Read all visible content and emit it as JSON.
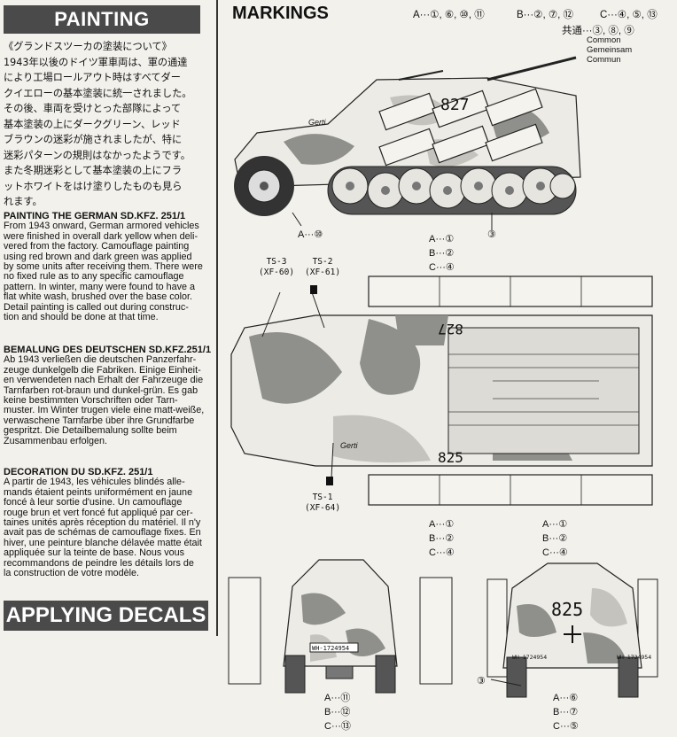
{
  "painting": {
    "title": "PAINTING",
    "japanese": [
      "《グランドスツーカの塗装について》",
      "1943年以後のドイツ軍車両は、軍の通達",
      "により工場ロールアウト時はすべてダー",
      "クイエローの基本塗装に統一されました。",
      "その後、車両を受けとった部隊によって",
      "基本塗装の上にダークグリーン、レッド",
      "ブラウンの迷彩が施されましたが、特に",
      "迷彩パターンの規則はなかったようです。",
      "また冬期迷彩として基本塗装の上にフラ",
      "ットホワイトをはけ塗りしたものも見ら",
      "れます。"
    ],
    "english_title": "PAINTING THE GERMAN SD.KFZ. 251/1",
    "english_lines": [
      "From 1943 onward, German armored vehicles",
      "were finished in overall dark yellow when deli-",
      "vered from the factory. Camouflage painting",
      "using red brown and dark green was applied",
      "by some units after receiving them. There were",
      "no fixed rule as to any specific camouflage",
      "pattern. In winter, many were found to have a",
      "flat white wash, brushed over the base color.",
      "Detail painting is called out during construc-",
      "tion and should be done at that time."
    ],
    "german_title": "BEMALUNG DES DEUTSCHEN SD.KFZ.251/1",
    "german_lines": [
      "Ab 1943 verließen die deutschen Panzerfahr-",
      "zeuge dunkelgelb die Fabriken. Einige Einheit-",
      "en verwendeten nach Erhalt der Fahrzeuge die",
      "Tarnfarben rot-braun und dunkel-grün. Es gab",
      "keine bestimmten Vorschriften oder Tarn-",
      "muster. Im Winter trugen viele eine matt-weiße,",
      "verwaschene Tarnfarbe über ihre Grundfarbe",
      "gespritzt. Die Detailbemalung sollte beim",
      "Zusammenbau erfolgen."
    ],
    "french_title": "DECORATION DU SD.KFZ. 251/1",
    "french_lines": [
      "A partir de 1943, les véhicules blindés alle-",
      "mands étaient peints uniformément en jaune",
      "foncé à leur sortie d'usine. Un camouflage",
      "rouge brun et vert foncé fut appliqué par cer-",
      "taines unités après réception du matériel. Il n'y",
      "avait pas de schémas de camouflage fixes. En",
      "hiver, une peinture blanche délavée matte était",
      "appliquée sur la teinte de base. Nous vous",
      "recommandons de peindre les détails lors de",
      "la construction de votre modèle."
    ]
  },
  "decals": {
    "title": "APPLYING DECALS"
  },
  "markings": {
    "title": "MARKINGS",
    "legend_a": "A···①, ⑥, ⑩, ⑪",
    "legend_b": "B···②, ⑦, ⑫",
    "legend_c": "C···④, ⑤, ⑬",
    "common_jp": "共通···③, ⑧, ⑨",
    "common_en": "Common",
    "common_de": "Gemeinsam",
    "common_fr": "Commun",
    "side_a10": "A···⑩",
    "side_3": "③",
    "top_abc": [
      "A···①",
      "B···②",
      "C···④"
    ],
    "ts3": "TS-3",
    "ts3_code": "(XF-60)",
    "ts2": "TS-2",
    "ts2_code": "(XF-61)",
    "ts1": "TS-1",
    "ts1_code": "(XF-64)",
    "bot_abc_left": [
      "A···①",
      "B···②",
      "C···④"
    ],
    "bot_abc_right": [
      "A···①",
      "B···②",
      "C···④"
    ],
    "front_abc": [
      "A···⑪",
      "B···⑫",
      "C···⑬"
    ],
    "rear_abc": [
      "A···⑥",
      "B···⑦",
      "C···⑤"
    ],
    "rear_3": "③",
    "number_side": "827",
    "number_top_a": "827",
    "number_top_b": "825",
    "number_rear": "825",
    "plate_front": "WH-1724954",
    "plate_rear_l": "WH 1724954",
    "plate_rear_r": "WH 1724954",
    "name_side": "Gerti",
    "name_top": "Gerti"
  },
  "colors": {
    "banner": "#4a4a4a",
    "camo_base": "#ecebe5",
    "camo_dark": "#8f8f8c",
    "camo_mid": "#c4c3bd"
  }
}
